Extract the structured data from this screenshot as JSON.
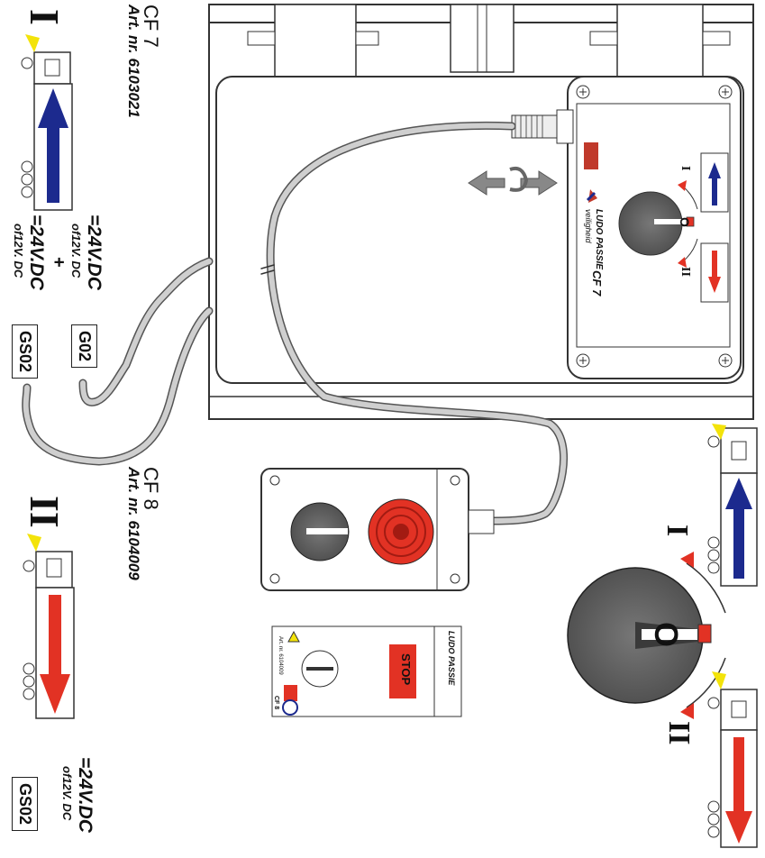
{
  "cf7": {
    "model": "CF 7",
    "art": "Art. nr. 6103021"
  },
  "cf8": {
    "model": "CF 8",
    "art": "Art. nr. 6104009"
  },
  "supply": {
    "voltage": "=24V.DC",
    "alt": "of12V. DC",
    "plus": "+"
  },
  "modules": {
    "g02": "G02",
    "gs02": "GS02"
  },
  "positions": {
    "one": "I",
    "zero": "O",
    "two": "II"
  },
  "panel": {
    "model": "CF 7",
    "brand": "LUDO PASSIE",
    "brand_sub": "veiligheid"
  },
  "sticker": {
    "stop": "STOP",
    "brand": "LUDO PASSIE",
    "art": "Art. nr. 6104009",
    "model": "CF 8"
  },
  "colors": {
    "blue": "#1c2a8e",
    "red": "#e23224",
    "yellow": "#f3e30a",
    "knob": "#5a5a5a",
    "cable": "#c9c9c9"
  }
}
